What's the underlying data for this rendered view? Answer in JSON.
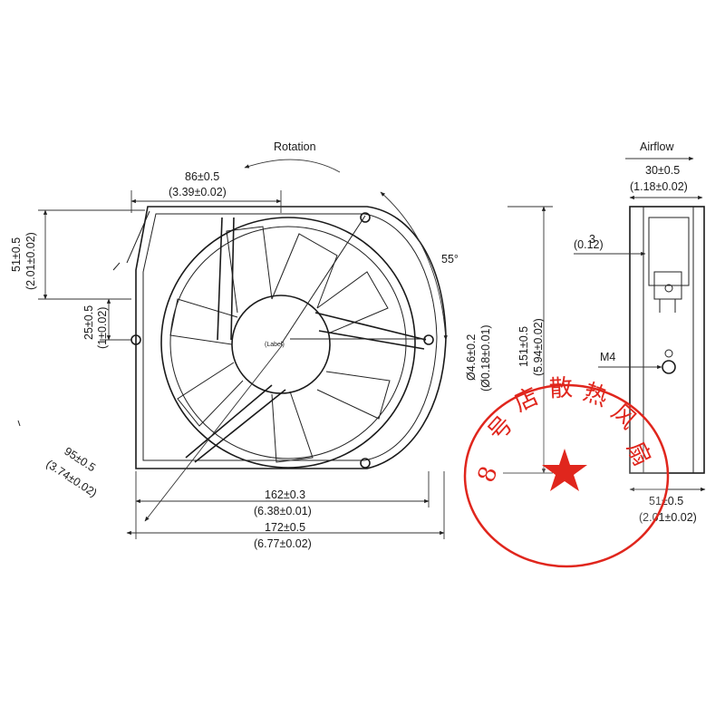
{
  "title_rotation": "Rotation",
  "title_airflow": "Airflow",
  "dims": {
    "top_width": "86±0.5",
    "top_width_in": "(3.39±0.02)",
    "left_height": "51±0.5",
    "left_height_in": "(2.01±0.02)",
    "left_small": "25±0.5",
    "left_small_in": "(1±0.02)",
    "diag": "95±0.5",
    "diag_in": "(3.74±0.02)",
    "bottom_inner": "162±0.3",
    "bottom_inner_in": "(6.38±0.01)",
    "bottom_outer": "172±0.5",
    "bottom_outer_in": "(6.77±0.02)",
    "hole": "Ø4.6±0.2",
    "hole_in": "(Ø0.18±0.01)",
    "right_height": "151±0.5",
    "right_height_in": "(5.94±0.02)",
    "angle": "55°",
    "hub_label": "(Label)",
    "side_depth": "30±0.5",
    "side_depth_in": "(1.18±0.02)",
    "side_small": "3",
    "side_small_in": "(0.12)",
    "side_thread": "M4",
    "side_bottom": "51±0.5",
    "side_bottom_in": "(2.01±0.02)"
  },
  "stamp": {
    "chars": [
      "8",
      "号",
      "店",
      "散",
      "热",
      "风",
      "扇"
    ],
    "color": "#e0261d"
  }
}
